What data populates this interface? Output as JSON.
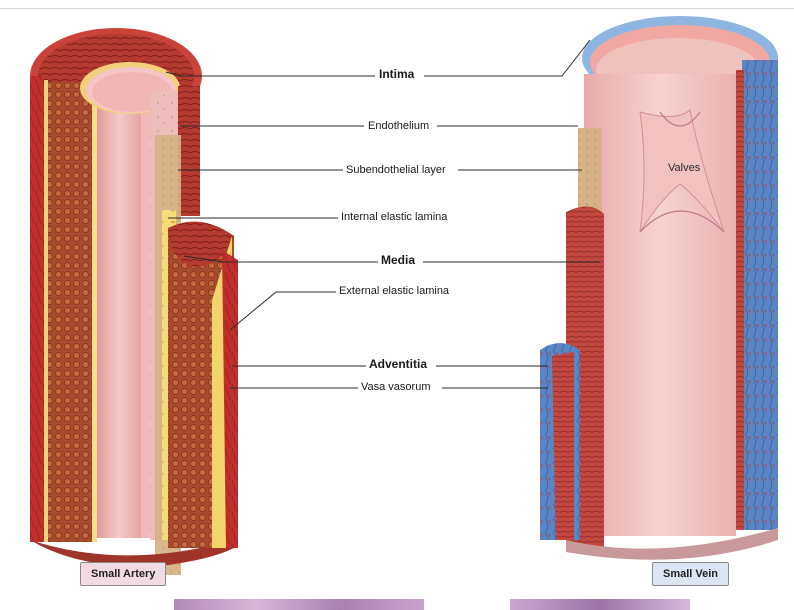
{
  "labels": {
    "intima": "Intima",
    "endothelium": "Endothelium",
    "subendothelial": "Subendothelial layer",
    "internal_elastic": "Internal elastic lamina",
    "media": "Media",
    "external_elastic": "External elastic lamina",
    "adventitia": "Adventitia",
    "vasa_vasorum": "Vasa vasorum",
    "valves": "Valves"
  },
  "captions": {
    "artery": "Small Artery",
    "vein": "Small Vein"
  },
  "colors": {
    "adventitia_artery": "#b8282a",
    "media_artery": "#a8452a",
    "intima_pink": "#eaa7aa",
    "lumen_pink": "#f2c6c4",
    "elastic_yellow": "#f4de7a",
    "subendothelial_tan": "#d9b48a",
    "adventitia_vein": "#5b88c8",
    "caption_artery_bg": "#f3dbe4",
    "caption_vein_bg": "#dce6f3"
  }
}
